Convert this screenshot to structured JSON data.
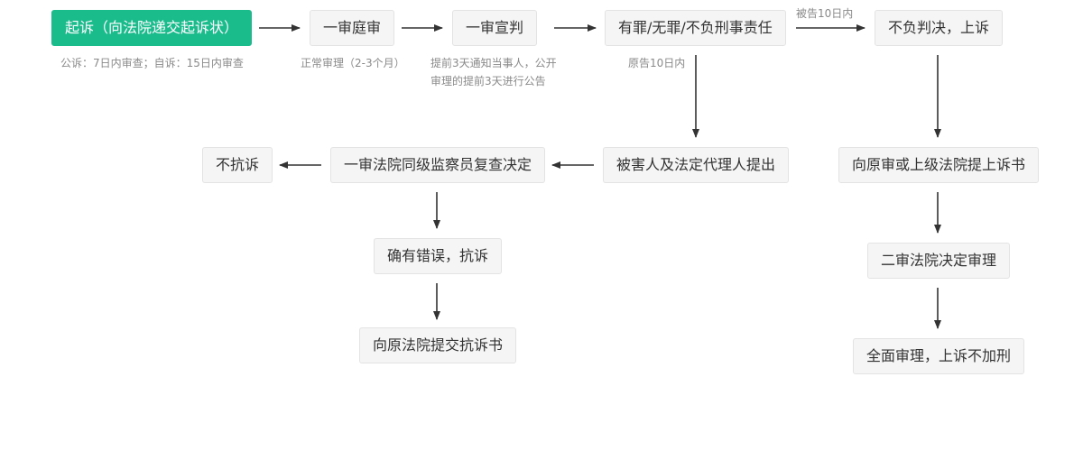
{
  "nodes": {
    "qisu": "起诉（向法院递交起诉状）",
    "yishen_tingshen": "一审庭审",
    "yishen_xuanpan": "一审宣判",
    "youzui": "有罪/无罪/不负刑事责任",
    "bufu_shangsu": "不负判决，上诉",
    "beihairen": "被害人及法定代理人提出",
    "jianchayuan": "一审法院同级监察员复查决定",
    "bukangsu": "不抗诉",
    "queyou": "确有错误，抗诉",
    "tijiao_kangsu": "向原法院提交抗诉书",
    "shangsushu": "向原审或上级法院提上诉书",
    "ershen": "二审法院决定审理",
    "quanmian": "全面审理，上诉不加刑"
  },
  "notes": {
    "qisu_note": "公诉：7日内审查；自诉：15日内审查",
    "tingshen_note": "正常审理（2-3个月）",
    "xuanpan_note_1": "提前3天通知当事人，公开",
    "xuanpan_note_2": "审理的提前3天进行公告",
    "yuangao_note": "原告10日内",
    "beigao_note": "被告10日内"
  },
  "colors": {
    "accent": "#1abc8c",
    "node_bg": "#f5f5f5",
    "arrow": "#333333",
    "note": "#8a8a8a"
  }
}
